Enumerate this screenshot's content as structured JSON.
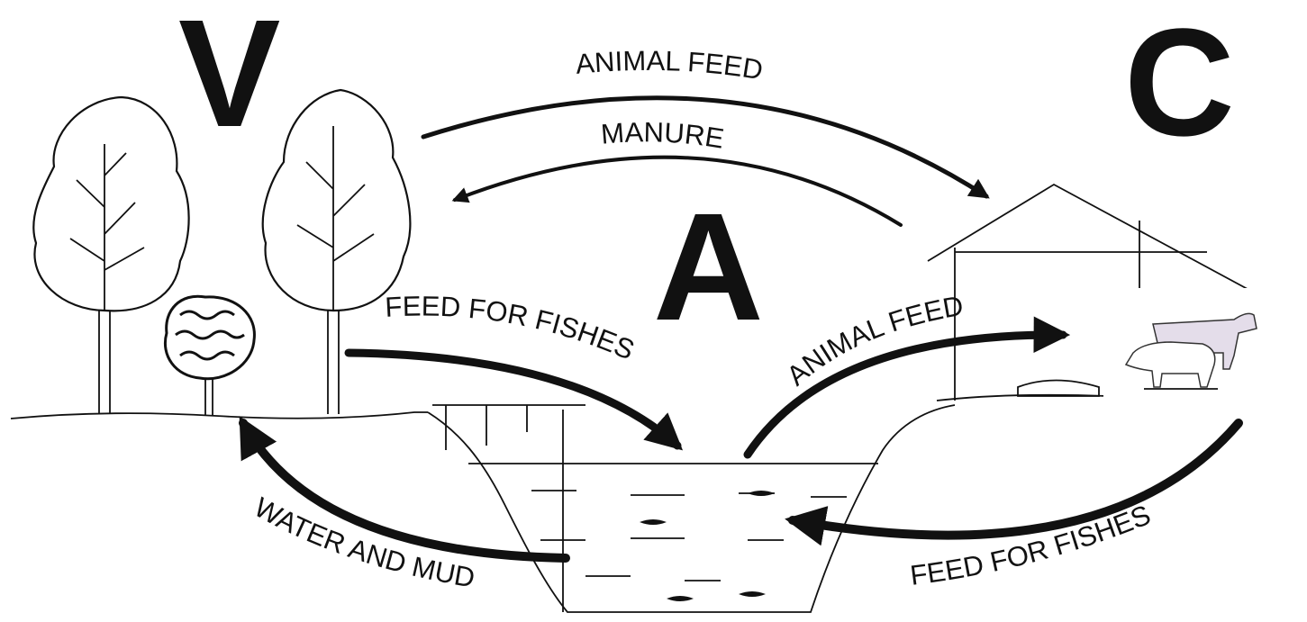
{
  "letters": {
    "v": "V",
    "a": "A",
    "c": "C"
  },
  "labels": {
    "animal_feed_top": "ANIMAL FEED",
    "manure": "MANURE",
    "feed_for_fishes_left": "FEED FOR FISHES",
    "animal_feed_mid": "ANIMAL FEED",
    "water_and_mud": "WATER AND MUD",
    "feed_for_fishes_right": "FEED FOR FISHES"
  },
  "colors": {
    "ink": "#111111",
    "background": "#ffffff",
    "cow_fill": "#e4ddea"
  }
}
